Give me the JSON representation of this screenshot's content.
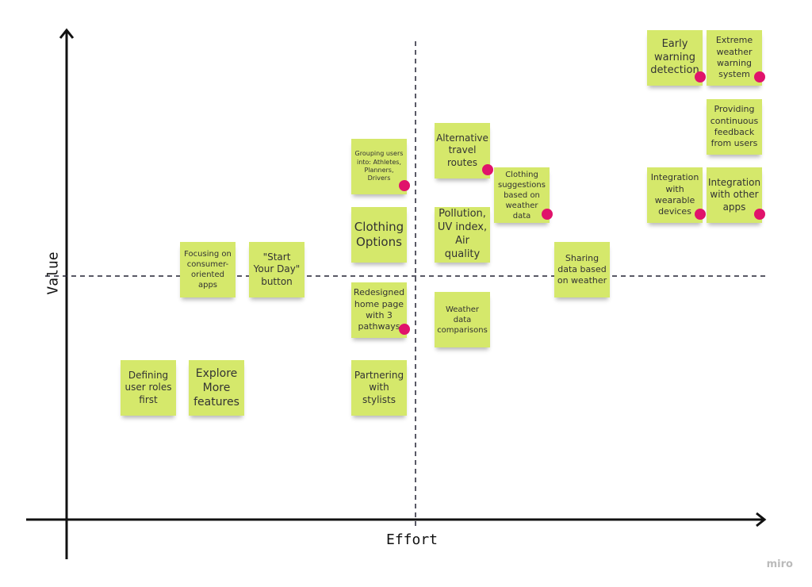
{
  "axes": {
    "x_label": "Effort",
    "y_label": "Value"
  },
  "watermark": "miro",
  "colors": {
    "sticky": "#d5e86b",
    "dot": "#e0136b"
  },
  "notes": [
    {
      "text": "Early warning detection",
      "dot": true
    },
    {
      "text": "Extreme weather warning system",
      "dot": true
    },
    {
      "text": "Providing continuous feedback from users",
      "dot": false
    },
    {
      "text": "Integration with wearable devices",
      "dot": true
    },
    {
      "text": "Integration with other apps",
      "dot": true
    },
    {
      "text": "Grouping users into: Athletes, Planners, Drivers",
      "dot": true
    },
    {
      "text": "Alternative travel routes",
      "dot": true
    },
    {
      "text": "Clothing suggestions based on weather data",
      "dot": true
    },
    {
      "text": "Clothing Options",
      "dot": false
    },
    {
      "text": "Pollution, UV index, Air quality",
      "dot": false
    },
    {
      "text": "Sharing data based on weather",
      "dot": false
    },
    {
      "text": "Focusing on consumer-oriented apps",
      "dot": false
    },
    {
      "text": "\"Start Your Day\" button",
      "dot": false
    },
    {
      "text": "Redesigned home page with 3 pathways",
      "dot": true
    },
    {
      "text": "Weather data comparisons",
      "dot": false
    },
    {
      "text": "Defining user roles first",
      "dot": false
    },
    {
      "text": "Explore More features",
      "dot": false
    },
    {
      "text": "Partnering with stylists",
      "dot": false
    }
  ]
}
